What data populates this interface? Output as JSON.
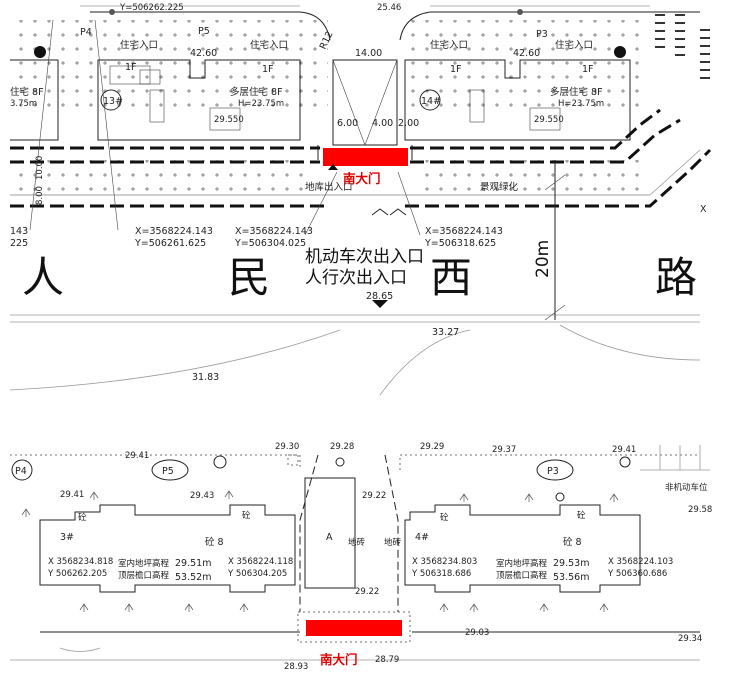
{
  "top_plan": {
    "top_coord": "Y=506262.225",
    "top_elev": "25.46",
    "left_parking": "P4",
    "right_parking_p5": "P5",
    "right_parking_p3": "P3",
    "entrance_label": "住宅入口",
    "dim_left": "42.60",
    "dim_right": "42.60",
    "dim_gate": "14.00",
    "radius_label": "R12",
    "floor_label": "1F",
    "building_left": "13#",
    "building_right": "14#",
    "building_label": "多层住宅 8F",
    "building_height": "H=23.75m",
    "far_left_building": "住宅 8F",
    "far_left_height": "3.75m",
    "small_label": "29.550",
    "dim_gate_a": "6.00",
    "dim_gate_b": "4.00",
    "dim_gate_c": "2.00",
    "dim_10": "10.00",
    "dim_8": "8.00",
    "garage_entry": "地库出入口",
    "landscape": "景观绿化",
    "south_gate": "南大门",
    "coord1_x": "X=3568224.143",
    "coord1_y": "Y=506261.625",
    "coord2_x": "X=3568224.143",
    "coord2_y": "Y=506304.025",
    "coord3_x": "X=3568224.143",
    "coord3_y": "Y=506318.625",
    "coord_edge_left": "143",
    "coord_edge_left2": "225",
    "vehicle_entry": "机动车次出入口",
    "pedestrian_entry": "人行次出入口",
    "road_char1": "人",
    "road_char2": "民",
    "road_char3": "西",
    "road_char4": "路",
    "road_width": "20m",
    "road_elev": "28.65",
    "elev_a": "33.27",
    "elev_b": "31.83",
    "right_x": "X"
  },
  "bottom_plan": {
    "p4": "P4",
    "p5": "P5",
    "p3": "P3",
    "e1": "29.41",
    "e2": "29.41",
    "e3": "29.30",
    "e4": "29.28",
    "e5": "29.29",
    "e6": "29.37",
    "e7": "29.41",
    "e8": "29.43",
    "e9": "29.22",
    "e10": "29.22",
    "e11": "29.03",
    "e12": "29.34",
    "e13": "28.93",
    "e14": "28.79",
    "e15": "29.58",
    "nonmotor": "非机动车位",
    "b13": "3#",
    "b14": "4#",
    "concrete": "砼",
    "concrete8": "砼 8",
    "bld_a": "A",
    "tile": "地砖",
    "c_left_x": "X 3568234.818",
    "c_left_y": "Y 506262.205",
    "c_mid_x": "X 3568224.118",
    "c_mid_y": "Y 506304.205",
    "c_r1_x": "X 3568234.803",
    "c_r1_y": "Y 506318.686",
    "c_r2_x": "X 3568224.103",
    "c_r2_y": "Y 506360.686",
    "indoor_left": "室内地坪高程",
    "indoor_left_v": "29.51m",
    "eave_left": "顶层檐口高程",
    "eave_left_v": "53.52m",
    "indoor_right": "室内地坪高程",
    "indoor_right_v": "29.53m",
    "eave_right": "顶层檐口高程",
    "eave_right_v": "53.56m",
    "south_gate": "南大门"
  }
}
